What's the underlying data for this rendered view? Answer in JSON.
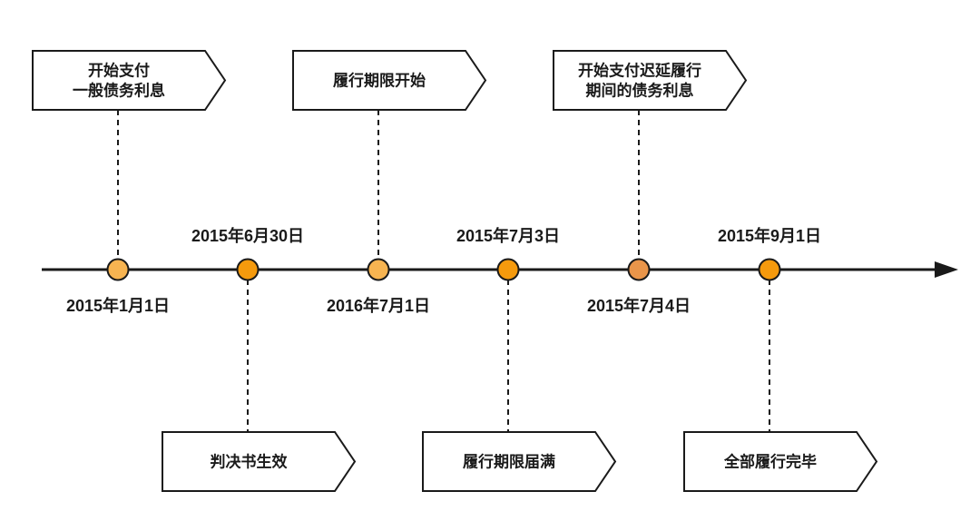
{
  "events": [
    {
      "date": "2015年1月1日",
      "label_lines": [
        "开始支付",
        "一般债务利息"
      ],
      "side": "above",
      "marker_color": "#F7B451"
    },
    {
      "date": "2015年6月30日",
      "label_lines": [
        "判决书生效"
      ],
      "side": "below",
      "marker_color": "#F59A0D"
    },
    {
      "date": "2016年7月1日",
      "label_lines": [
        "履行期限开始"
      ],
      "side": "above",
      "marker_color": "#F7B451"
    },
    {
      "date": "2015年7月3日",
      "label_lines": [
        "履行期限届满"
      ],
      "side": "below",
      "marker_color": "#F59A0D"
    },
    {
      "date": "2015年7月4日",
      "label_lines": [
        "开始支付迟延履行",
        "期间的债务利息"
      ],
      "side": "above",
      "marker_color": "#E9954A"
    },
    {
      "date": "2015年9月1日",
      "label_lines": [
        "全部履行完毕"
      ],
      "side": "below",
      "marker_color": "#F59A0D"
    }
  ],
  "colors": {
    "axis": "#1a1a1a",
    "box_stroke": "#1a1a1a",
    "box_fill": "#ffffff"
  }
}
